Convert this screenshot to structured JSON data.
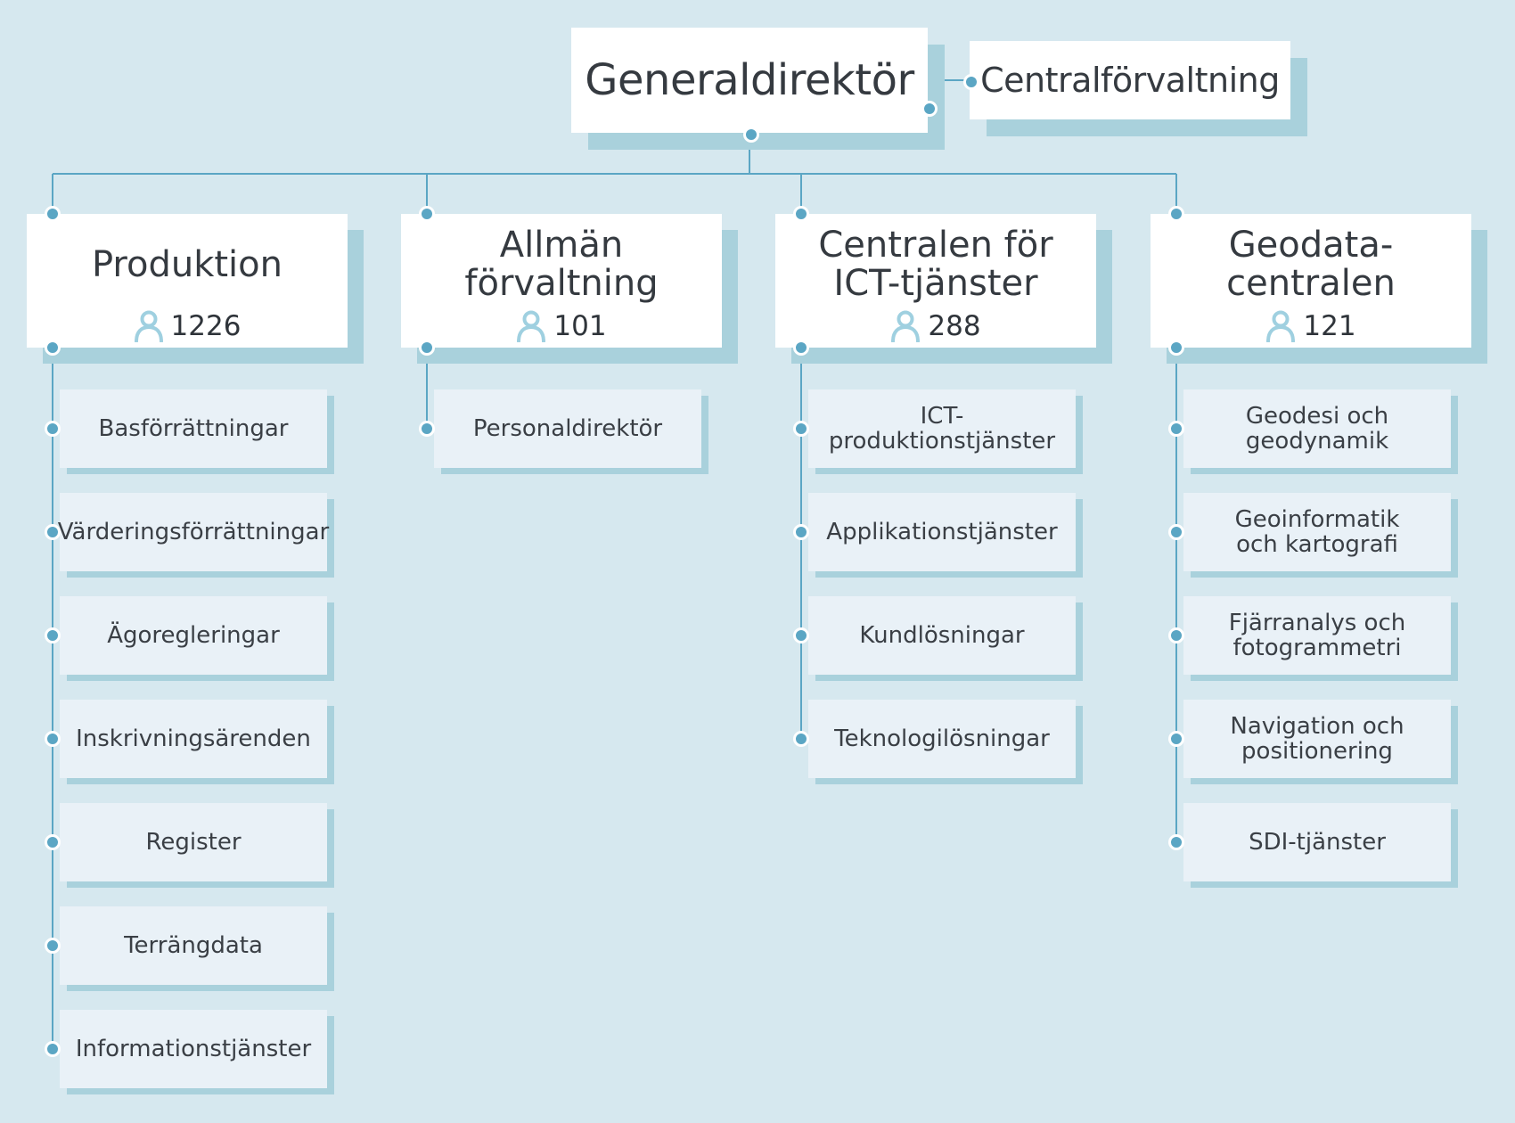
{
  "org": {
    "head": {
      "label": "Generaldirektör"
    },
    "staff": {
      "label": "Centralförvaltning"
    },
    "divisions": [
      {
        "id": "produktion",
        "label": [
          "Produktion"
        ],
        "count": "1226",
        "units": [
          "Basförrättningar",
          "Värderingsförrättningar",
          "Ägoregleringar",
          "Inskrivningsärenden",
          "Register",
          "Terrängdata",
          "Informationstjänster"
        ]
      },
      {
        "id": "allman",
        "label": [
          "Allmän",
          "förvaltning"
        ],
        "count": "101",
        "units": [
          "Personaldirektör"
        ]
      },
      {
        "id": "ict",
        "label": [
          "Centralen för",
          "ICT-tjänster"
        ],
        "count": "288",
        "units": [
          "ICT-produktionstjänster",
          "Applikationstjänster",
          "Kundlösningar",
          "Teknologilösningar"
        ]
      },
      {
        "id": "geodata",
        "label": [
          "Geodata-",
          "centralen"
        ],
        "count": "121",
        "units": [
          [
            "Geodesi och",
            "geodynamik"
          ],
          [
            "Geoinformatik",
            "och kartografi"
          ],
          [
            "Fjärranalys och",
            "fotogrammetri"
          ],
          [
            "Navigation och",
            "positionering"
          ],
          "SDI-tjänster"
        ]
      }
    ]
  },
  "icons": {
    "count": "person-icon"
  },
  "colors": {
    "background": "#d6e8ef",
    "connector": "#5ba6c4",
    "shadow": "#a9d1dc",
    "unit_face": "#e9f1f7",
    "icon": "#9fd0e0"
  }
}
